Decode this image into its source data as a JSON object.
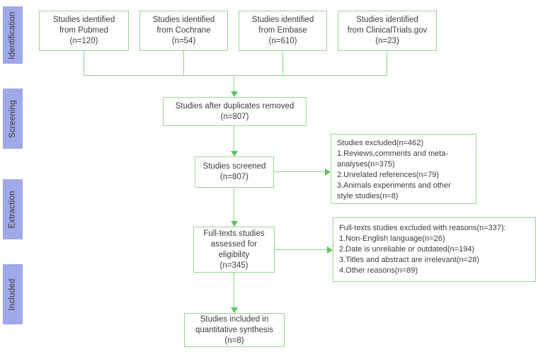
{
  "sidebar": {
    "stages": [
      {
        "label": "Identification"
      },
      {
        "label": "Screening"
      },
      {
        "label": "Extraction"
      },
      {
        "label": "Included"
      }
    ]
  },
  "flow": {
    "sources": [
      {
        "lines": [
          "Studies identified",
          "from Pubmed",
          "(n=120)"
        ]
      },
      {
        "lines": [
          "Studies identified",
          "from Cochrane",
          "(n=54)"
        ]
      },
      {
        "lines": [
          "Studies identified",
          "from Embase",
          "(n=610)"
        ]
      },
      {
        "lines": [
          "Studies identified",
          "from ClinicalTrials.gov",
          "(n=23)"
        ]
      }
    ],
    "dedup": {
      "lines": [
        "Studies after duplicates removed",
        "(n=807)"
      ]
    },
    "screened": {
      "lines": [
        "Studies screened",
        "(n=807)"
      ]
    },
    "screened_excluded": {
      "lines": [
        "Studies excluded(n=462)",
        "1.Reviews,comments and meta-",
        "analyses(n=375)",
        "2.Unrelated references(n=79)",
        "3.Animals experiments and other",
        "style studies(n=8)"
      ]
    },
    "fulltext": {
      "lines": [
        "Full-texts studies",
        "assessed for",
        "eligibility",
        "(n=345)"
      ]
    },
    "fulltext_excluded": {
      "lines": [
        "Full-texts studies excluded with reasons(n=337):",
        "1.Non-English language(n=26)",
        "2.Date is unreliable or outdated(n=194)",
        "3.Titles and abstract are irrelevant(n=28)",
        "4.Other reasons(n=89)"
      ]
    },
    "included": {
      "lines": [
        "Studies included in",
        "quantitative synthesis",
        "(n=8)"
      ]
    }
  },
  "colors": {
    "stage_bar": "#a0a9e7",
    "box_border": "#9bd595",
    "connector": "#8cd48a",
    "arrowhead": "#5ec25e",
    "text": "#3d3d3d"
  }
}
